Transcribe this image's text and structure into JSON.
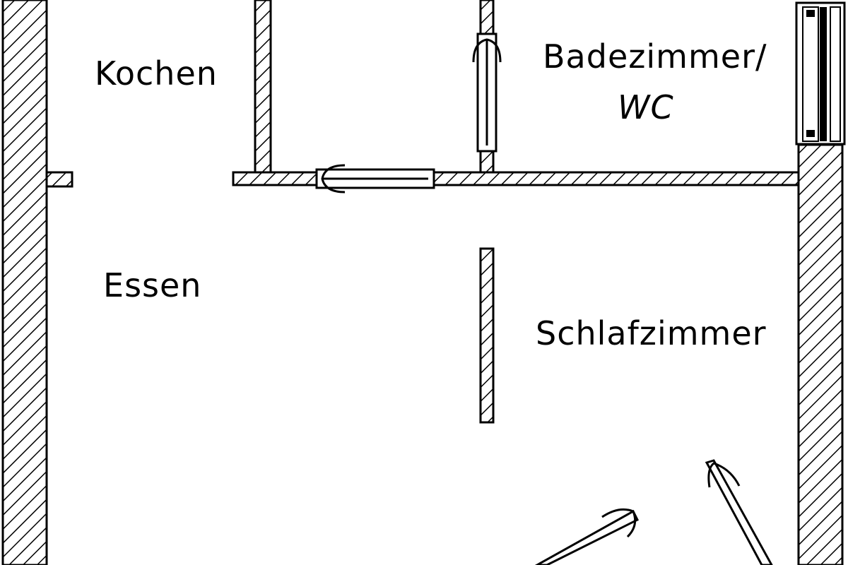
{
  "floorplan": {
    "rooms": {
      "kitchen": "Kochen",
      "bathroom_line1": "Badezimmer/",
      "bathroom_line2": "WC",
      "dining": "Essen",
      "bedroom": "Schlafzimmer"
    },
    "colors": {
      "line": "#000000",
      "background": "#ffffff",
      "wall_fill": "#ffffff"
    }
  }
}
